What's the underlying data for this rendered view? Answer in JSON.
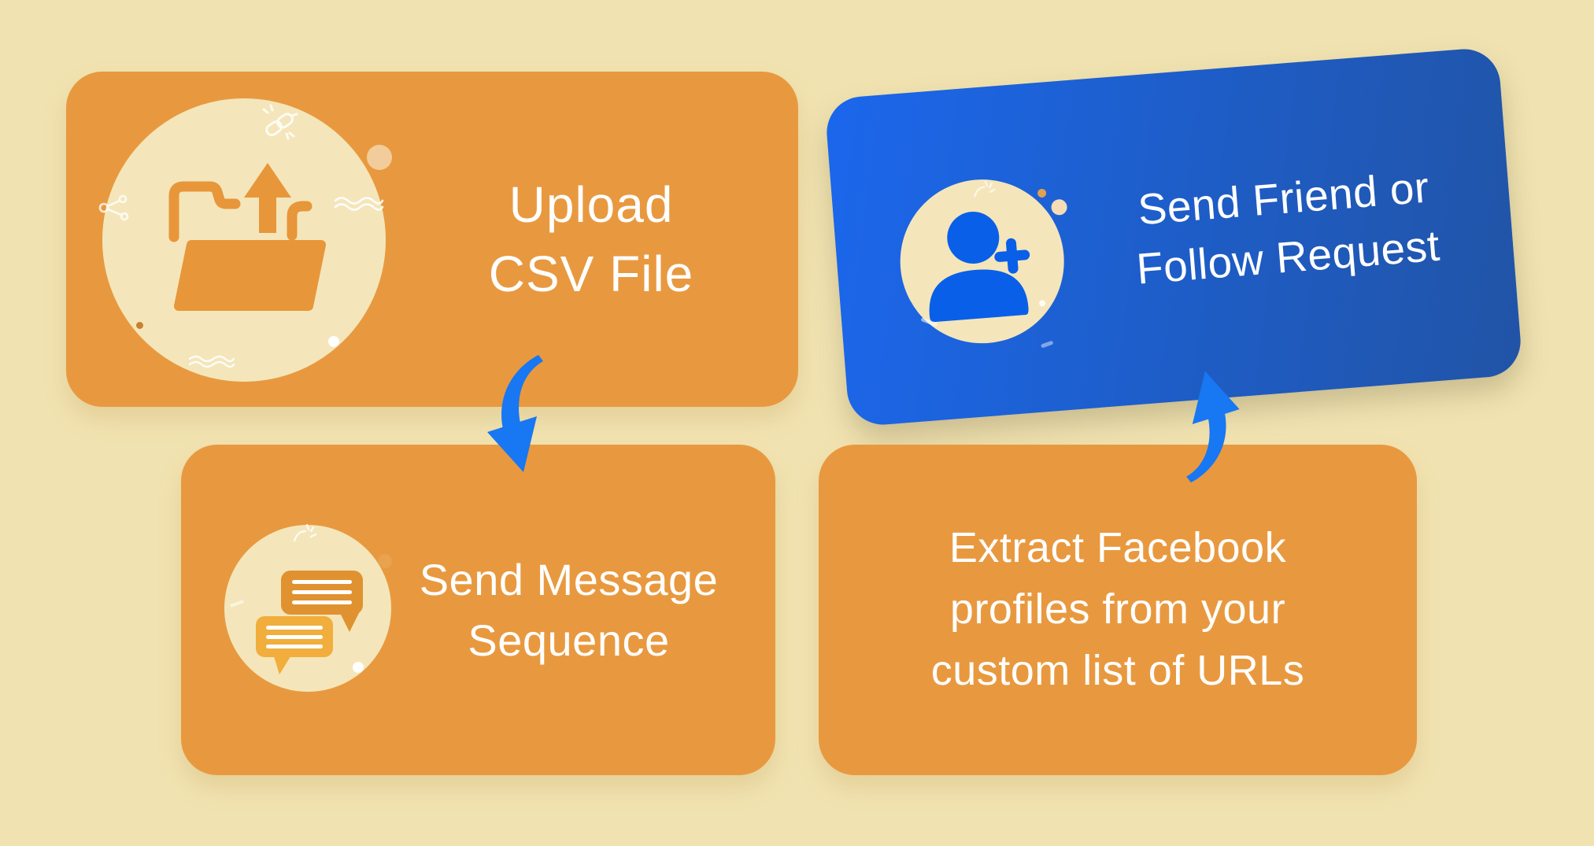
{
  "background": "#F1E3B1",
  "palette": {
    "card_orange": "#E8993F",
    "icon_circle_cream": "#F4E6BA",
    "blue_card_gradient_start": "#1B67EC",
    "blue_card_gradient_end": "#2154A6",
    "arrow_blue": "#1877F2",
    "person_icon_blue": "#0A5FE8",
    "folder_icon_orange": "#E8963A",
    "chat_bubble_dark": "#E09230",
    "chat_bubble_light": "#F1AE3C",
    "text_color": "#FFFFFF"
  },
  "cards": [
    {
      "name": "upload-csv",
      "icon": "folder-upload-icon",
      "lines": [
        "Upload",
        "CSV File"
      ]
    },
    {
      "name": "send-friend-follow",
      "icon": "person-add-icon",
      "lines": [
        "Send Friend or",
        "Follow Request"
      ]
    },
    {
      "name": "send-message-sequence",
      "icon": "chat-bubbles-icon",
      "lines": [
        "Send Message",
        "Sequence"
      ]
    },
    {
      "name": "extract-facebook-profiles",
      "icon": null,
      "lines": [
        "Extract Facebook",
        "profiles from your",
        "custom list of URLs"
      ]
    }
  ],
  "arrows": [
    {
      "name": "arrow-upload-to-message",
      "direction": "down"
    },
    {
      "name": "arrow-extract-to-friend",
      "direction": "up"
    }
  ]
}
